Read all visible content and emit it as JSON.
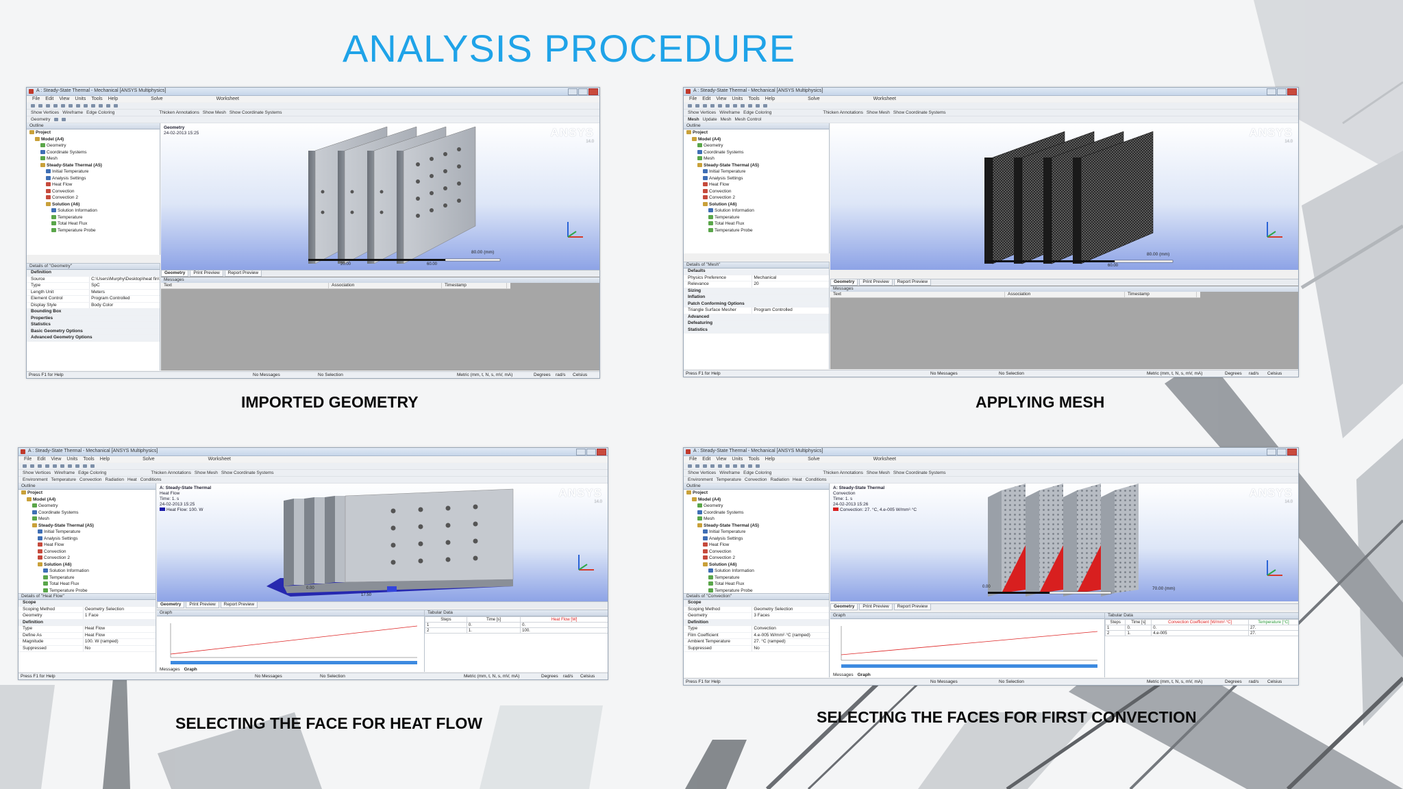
{
  "slide": {
    "title": "ANALYSIS PROCEDURE"
  },
  "common": {
    "menus": [
      "File",
      "Edit",
      "View",
      "Units",
      "Tools",
      "Help"
    ],
    "toolbar": {
      "solve": "Solve",
      "worksheet": "Worksheet",
      "show_vertices": "Show Vertices",
      "wireframe": "Wireframe",
      "edge_coloring": "Edge Coloring",
      "thicken_annotations": "Thicken Annotations",
      "show_mesh": "Show Mesh",
      "show_coordinate_systems": "Show Coordinate Systems"
    },
    "outline_header": "Outline",
    "tabs": [
      "Geometry",
      "Print Preview",
      "Report Preview"
    ],
    "messages_header": "Messages",
    "message_columns": [
      "Text",
      "Association",
      "Timestamp"
    ],
    "status": {
      "help": "Press F1 for Help",
      "no_messages": "No Messages",
      "no_selection": "No Selection",
      "units": "Metric (mm, t, N, s, mV, mA)",
      "degrees": "Degrees",
      "rad_s": "rad/s",
      "celsius": "Celsius"
    },
    "logo": "ANSYS",
    "logo_version": "14.0"
  },
  "panels": [
    {
      "caption": "IMPORTED GEOMETRY",
      "window_title": "A : Steady-State Thermal - Mechanical [ANSYS Multiphysics]",
      "context_toolbar": "Geometry",
      "tree": [
        "Project",
        "Model (A4)",
        "Geometry",
        "Coordinate Systems",
        "Mesh",
        "Steady-State Thermal (A5)",
        "Initial Temperature",
        "Analysis Settings",
        "Heat Flow",
        "Convection",
        "Convection 2",
        "Solution (A6)",
        "Solution Information",
        "Temperature",
        "Total Heat Flux",
        "Temperature Probe"
      ],
      "details_title": "Details of \"Geometry\"",
      "details_rows": [
        {
          "k": "Definition",
          "v": ""
        },
        {
          "k": "Source",
          "v": "C:\\Users\\Murphy\\Desktop\\heat fin\\fin..."
        },
        {
          "k": "Type",
          "v": "SpC"
        },
        {
          "k": "Length Unit",
          "v": "Meters"
        },
        {
          "k": "Element Control",
          "v": "Program Controlled"
        },
        {
          "k": "Display Style",
          "v": "Body Color"
        },
        {
          "k": "Bounding Box",
          "v": ""
        },
        {
          "k": "Properties",
          "v": ""
        },
        {
          "k": "Statistics",
          "v": ""
        },
        {
          "k": "Basic Geometry Options",
          "v": ""
        },
        {
          "k": "Advanced Geometry Options",
          "v": ""
        }
      ],
      "viewport_lines": [
        "Geometry",
        "24-02-2013 15:25"
      ],
      "scale_label": "80.00 (mm)",
      "scale_ticks": [
        "20.00",
        "60.00"
      ]
    },
    {
      "caption": "APPLYING MESH",
      "window_title": "A : Steady-State Thermal - Mechanical [ANSYS Multiphysics]",
      "context_toolbar": "Mesh",
      "context_items": [
        "Update",
        "Mesh",
        "Mesh Control"
      ],
      "tree": [
        "Project",
        "Model (A4)",
        "Geometry",
        "Coordinate Systems",
        "Mesh",
        "Steady-State Thermal (A5)",
        "Initial Temperature",
        "Analysis Settings",
        "Heat Flow",
        "Convection",
        "Convection 2",
        "Solution (A6)",
        "Solution Information",
        "Temperature",
        "Total Heat Flux",
        "Temperature Probe"
      ],
      "details_title": "Details of \"Mesh\"",
      "details_rows": [
        {
          "k": "Defaults",
          "v": ""
        },
        {
          "k": "Physics Preference",
          "v": "Mechanical"
        },
        {
          "k": "Relevance",
          "v": "20"
        },
        {
          "k": "Sizing",
          "v": ""
        },
        {
          "k": "Inflation",
          "v": ""
        },
        {
          "k": "Patch Conforming Options",
          "v": ""
        },
        {
          "k": "Triangle Surface Mesher",
          "v": "Program Controlled"
        },
        {
          "k": "Advanced",
          "v": ""
        },
        {
          "k": "Defeaturing",
          "v": ""
        },
        {
          "k": "Statistics",
          "v": ""
        }
      ],
      "viewport_lines": [],
      "scale_label": "80.00 (mm)",
      "scale_ticks": [
        "60.00"
      ]
    },
    {
      "caption": "SELECTING THE FACE FOR HEAT FLOW",
      "window_title": "A : Steady-State Thermal - Mechanical [ANSYS Multiphysics]",
      "context_toolbar": "Environment",
      "context_items": [
        "Temperature",
        "Convection",
        "Radiation",
        "Heat",
        "Conditions"
      ],
      "tree": [
        "Project",
        "Model (A4)",
        "Geometry",
        "Coordinate Systems",
        "Mesh",
        "Steady-State Thermal (A5)",
        "Initial Temperature",
        "Analysis Settings",
        "Heat Flow",
        "Convection",
        "Convection 2",
        "Solution (A6)",
        "Solution Information",
        "Temperature",
        "Total Heat Flux",
        "Temperature Probe"
      ],
      "details_title": "Details of \"Heat Flow\"",
      "details_rows": [
        {
          "k": "Scope",
          "v": ""
        },
        {
          "k": "Scoping Method",
          "v": "Geometry Selection"
        },
        {
          "k": "Geometry",
          "v": "1 Face"
        },
        {
          "k": "Definition",
          "v": ""
        },
        {
          "k": "Type",
          "v": "Heat Flow"
        },
        {
          "k": "Define As",
          "v": "Heat Flow"
        },
        {
          "k": "Magnitude",
          "v": "100. W  (ramped)"
        },
        {
          "k": "Suppressed",
          "v": "No"
        }
      ],
      "viewport_lines": [
        "A: Steady-State Thermal",
        "Heat Flow",
        "Time: 1. s",
        "24-02-2013 15:25",
        "Heat Flow: 100. W"
      ],
      "graph_header": "Graph",
      "graph_tabs": [
        "Messages",
        "Graph"
      ],
      "tabular_header": "Tabular Data",
      "tabular_cols": [
        "Steps",
        "Time [s]",
        "Heat Flow [W]"
      ],
      "tabular_rows": [
        [
          "1",
          "0.",
          "0."
        ],
        [
          "2",
          "1.",
          "100."
        ]
      ],
      "scale_ticks": [
        "0.00",
        "17.50"
      ]
    },
    {
      "caption": "SELECTING THE FACES FOR FIRST CONVECTION",
      "window_title": "A : Steady-State Thermal - Mechanical [ANSYS Multiphysics]",
      "context_toolbar": "Environment",
      "context_items": [
        "Temperature",
        "Convection",
        "Radiation",
        "Heat",
        "Conditions"
      ],
      "tree": [
        "Project",
        "Model (A4)",
        "Geometry",
        "Coordinate Systems",
        "Mesh",
        "Steady-State Thermal (A5)",
        "Initial Temperature",
        "Analysis Settings",
        "Heat Flow",
        "Convection",
        "Convection 2",
        "Solution (A6)",
        "Solution Information",
        "Temperature",
        "Total Heat Flux",
        "Temperature Probe"
      ],
      "details_title": "Details of \"Convection\"",
      "details_rows": [
        {
          "k": "Scope",
          "v": ""
        },
        {
          "k": "Scoping Method",
          "v": "Geometry Selection"
        },
        {
          "k": "Geometry",
          "v": "3 Faces"
        },
        {
          "k": "Definition",
          "v": ""
        },
        {
          "k": "Type",
          "v": "Convection"
        },
        {
          "k": "Film Coefficient",
          "v": "4.e-005 W/mm²·°C  (ramped)"
        },
        {
          "k": "Ambient Temperature",
          "v": "27. °C  (ramped)"
        },
        {
          "k": "Suppressed",
          "v": "No"
        }
      ],
      "viewport_lines": [
        "A: Steady-State Thermal",
        "Convection",
        "Time: 1. s",
        "24-02-2013 15:26"
      ],
      "legend_label": "Convection: 27. °C, 4.e-005 W/mm²·°C",
      "graph_header": "Graph",
      "graph_tabs": [
        "Messages",
        "Graph"
      ],
      "tabular_header": "Tabular Data",
      "tabular_cols": [
        "Steps",
        "Time [s]",
        "Convection Coefficient [W/mm²·°C]",
        "Temperature [°C]"
      ],
      "tabular_rows": [
        [
          "1",
          "0.",
          "0.",
          "27."
        ],
        [
          "2",
          "1.",
          "4.e-005",
          "27."
        ]
      ],
      "scale_label": "70.00 (mm)",
      "scale_ticks": [
        "0.00"
      ]
    }
  ],
  "colors": {
    "title_blue": "#1fa3e8",
    "heat_flow_blue": "#1a1aa8",
    "convection_red": "#d81f1f"
  }
}
